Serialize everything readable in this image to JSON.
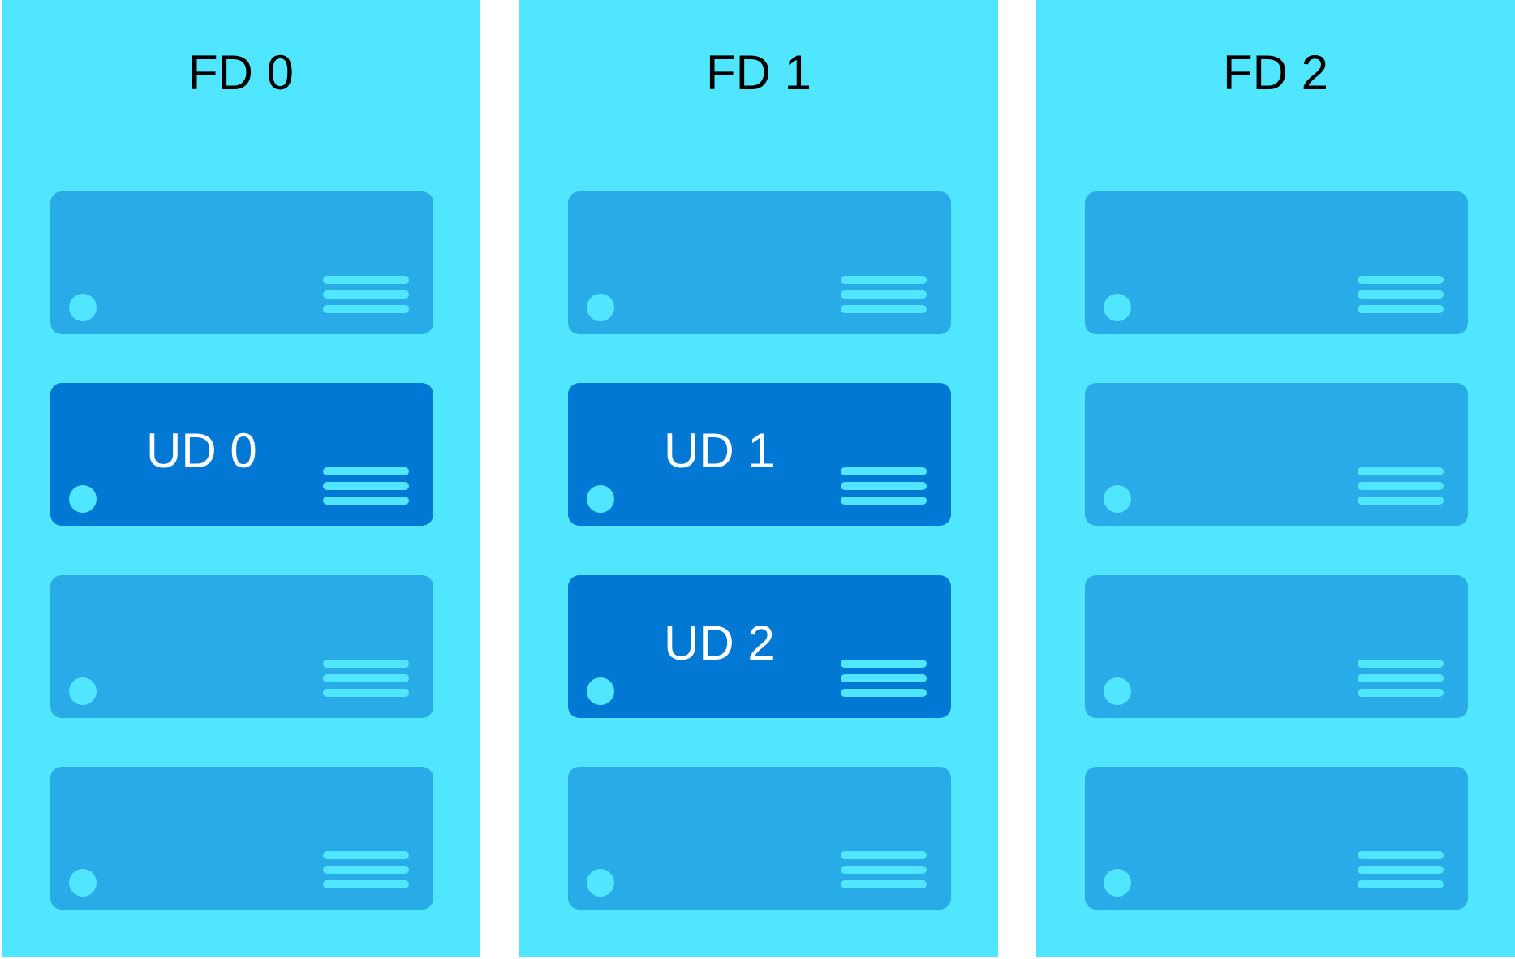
{
  "colors": {
    "fault_domain_background": "#50E6FF",
    "server_default": "#29ABE7",
    "server_update_domain": "#0078D4",
    "accent": "#50E6FF",
    "title_text": "#000000",
    "label_text": "#FFFFFF",
    "page_background": "#FFFFFF"
  },
  "icons": {
    "server": "server-rack-icon",
    "status_led": "status-led-icon",
    "vents": "vent-lines-icon"
  },
  "fault_domains": [
    {
      "title": "FD 0",
      "servers": [
        {
          "label": "",
          "highlighted": false
        },
        {
          "label": "UD 0",
          "highlighted": true
        },
        {
          "label": "",
          "highlighted": false
        },
        {
          "label": "",
          "highlighted": false
        }
      ]
    },
    {
      "title": "FD 1",
      "servers": [
        {
          "label": "",
          "highlighted": false
        },
        {
          "label": "UD 1",
          "highlighted": true
        },
        {
          "label": "UD 2",
          "highlighted": true
        },
        {
          "label": "",
          "highlighted": false
        }
      ]
    },
    {
      "title": "FD 2",
      "servers": [
        {
          "label": "",
          "highlighted": false
        },
        {
          "label": "",
          "highlighted": false
        },
        {
          "label": "",
          "highlighted": false
        },
        {
          "label": "",
          "highlighted": false
        }
      ]
    }
  ]
}
